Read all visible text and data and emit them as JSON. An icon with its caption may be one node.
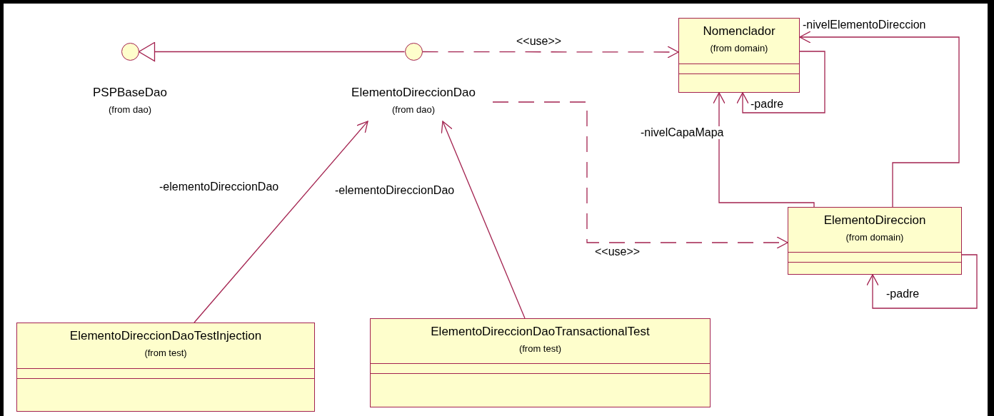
{
  "diagram": {
    "nodes": [
      {
        "text": [
          "PSPBaseDao",
          "(from dao)"
        ]
      },
      {
        "text": [
          "ElementoDireccionDao",
          "(from dao)"
        ]
      },
      {
        "text": [
          "Nomenclador",
          "(from domain)"
        ]
      },
      {
        "text": [
          "ElementoDireccion",
          "(from domain)"
        ]
      },
      {
        "text": [
          "ElementoDireccionDaoTestInjection",
          "(from test)"
        ]
      },
      {
        "text": [
          "ElementoDireccionDaoTransactionalTest",
          "(from test)"
        ]
      }
    ],
    "edges": [
      {
        "from": 1,
        "to": 0,
        "arrow": "to"
      },
      {
        "from": 1,
        "to": 2,
        "arrow": "to",
        "style": "dashed",
        "label": "<<use>>"
      },
      {
        "from": 2,
        "to": 2,
        "arrow": "to",
        "label": "-padre"
      },
      {
        "from": 3,
        "to": 2,
        "arrow": "to",
        "label": "-nivelElementoDireccion"
      },
      {
        "from": 3,
        "to": 2,
        "arrow": "to",
        "label": "-nivelCapaMapa"
      },
      {
        "from": 1,
        "to": 3,
        "arrow": "to",
        "style": "dashed",
        "label": "<<use>>"
      },
      {
        "from": 3,
        "to": 3,
        "arrow": "to",
        "label": "-padre"
      },
      {
        "from": 4,
        "to": 1,
        "arrow": "to",
        "label": "-elementoDireccionDao"
      },
      {
        "from": 5,
        "to": 1,
        "arrow": "to",
        "label": "-elementoDireccionDao"
      }
    ]
  }
}
